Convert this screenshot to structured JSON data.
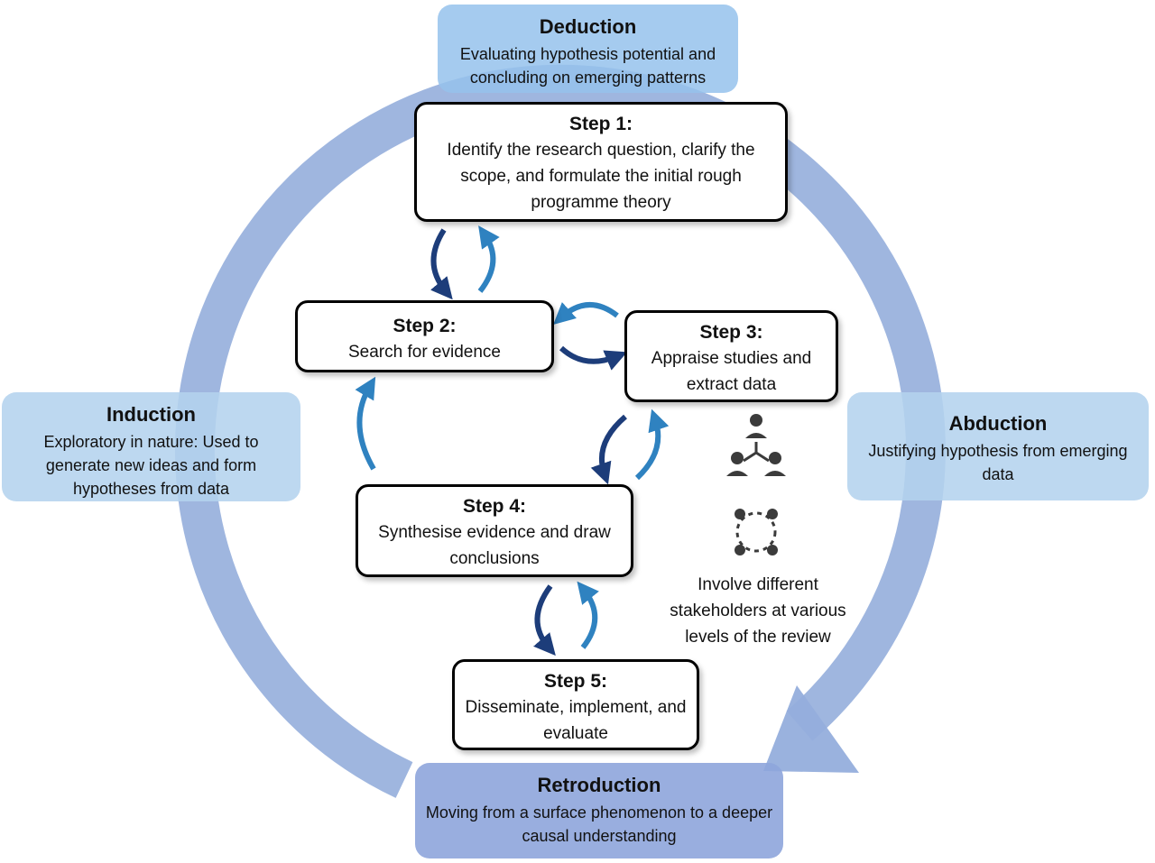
{
  "colors": {
    "ring": "#95aedc",
    "box_induction": "#b4d3ee",
    "box_abduction": "#b4d3ee",
    "box_deduction": "#95c2ec",
    "box_retroduction": "#8ea5db",
    "arrow_dark": "#1d3d7a",
    "arrow_light": "#2f82c0",
    "icon": "#3b3b3b"
  },
  "reasoning": {
    "deduction": {
      "title": "Deduction",
      "desc": "Evaluating hypothesis potential and concluding on emerging patterns"
    },
    "induction": {
      "title": "Induction",
      "desc": "Exploratory in nature: Used to generate new ideas and form hypotheses from data"
    },
    "abduction": {
      "title": "Abduction",
      "desc": "Justifying hypothesis from emerging data"
    },
    "retroduction": {
      "title": "Retroduction",
      "desc": "Moving from a surface phenomenon to a deeper causal understanding"
    }
  },
  "steps": [
    {
      "title": "Step 1:",
      "desc": "Identify the research question, clarify the scope, and formulate the initial rough programme theory"
    },
    {
      "title": "Step 2:",
      "desc": "Search for evidence"
    },
    {
      "title": "Step 3:",
      "desc": "Appraise studies and extract data"
    },
    {
      "title": "Step 4:",
      "desc": "Synthesise evidence and draw conclusions"
    },
    {
      "title": "Step 5:",
      "desc": "Disseminate, implement, and evaluate"
    }
  ],
  "stakeholders": {
    "text": "Involve different stakeholders at various levels of the review",
    "icons": [
      "hierarchy-people-icon",
      "circle-network-icon"
    ]
  }
}
